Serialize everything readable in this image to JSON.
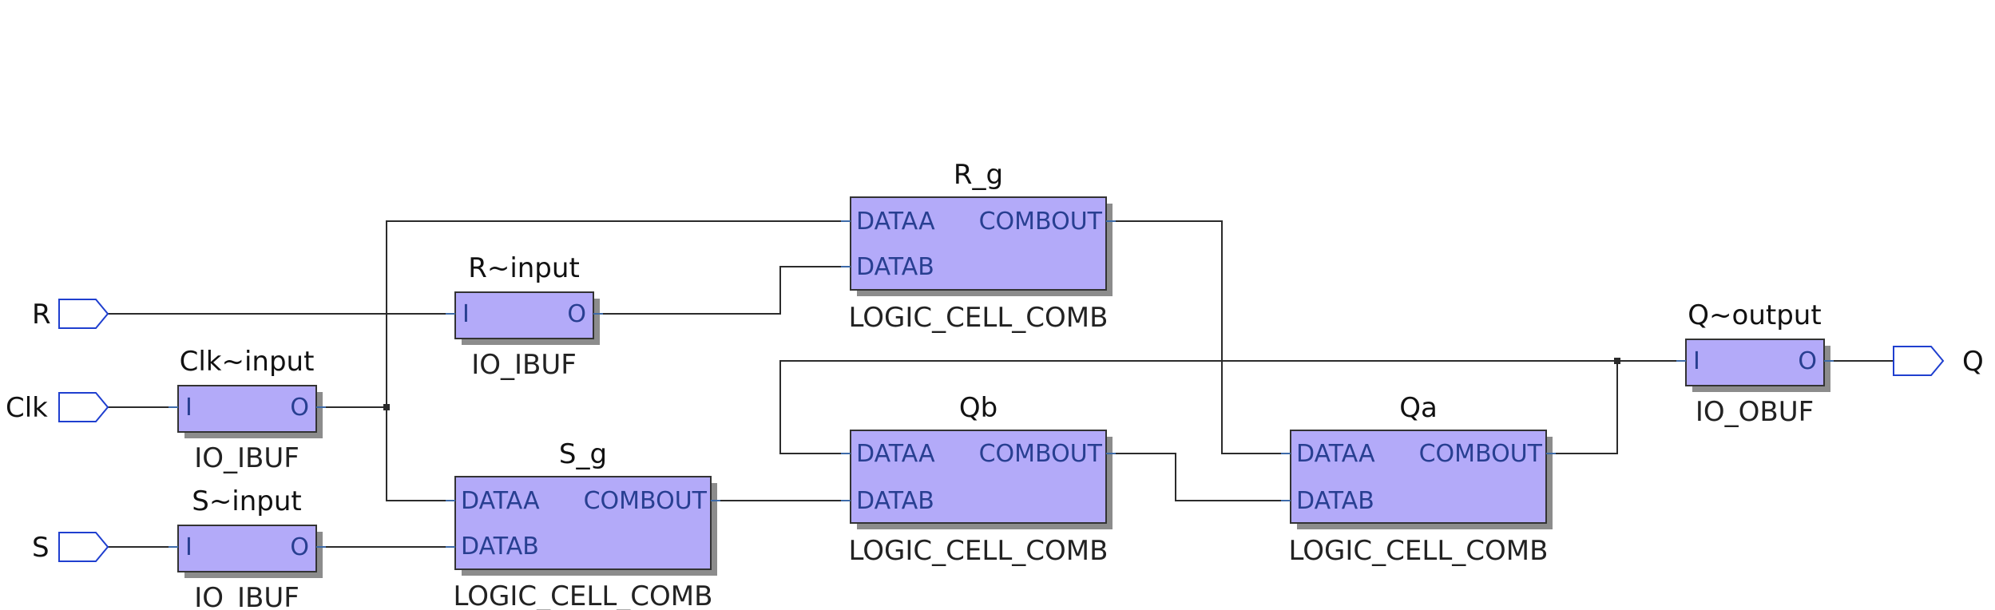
{
  "ports": {
    "R": "R",
    "Clk": "Clk",
    "S": "S",
    "Q": "Q"
  },
  "cells": {
    "r_input": {
      "name": "R~input",
      "type": "IO_IBUF",
      "in": [
        "I"
      ],
      "out": "O"
    },
    "clk_input": {
      "name": "Clk~input",
      "type": "IO_IBUF",
      "in": [
        "I"
      ],
      "out": "O"
    },
    "s_input": {
      "name": "S~input",
      "type": "IO_IBUF",
      "in": [
        "I"
      ],
      "out": "O"
    },
    "q_output": {
      "name": "Q~output",
      "type": "IO_OBUF",
      "in": [
        "I"
      ],
      "out": "O"
    },
    "r_g": {
      "name": "R_g",
      "type": "LOGIC_CELL_COMB",
      "in": [
        "DATAA",
        "DATAB"
      ],
      "out": "COMBOUT"
    },
    "s_g": {
      "name": "S_g",
      "type": "LOGIC_CELL_COMB",
      "in": [
        "DATAA",
        "DATAB"
      ],
      "out": "COMBOUT"
    },
    "qb": {
      "name": "Qb",
      "type": "LOGIC_CELL_COMB",
      "in": [
        "DATAA",
        "DATAB"
      ],
      "out": "COMBOUT"
    },
    "qa": {
      "name": "Qa",
      "type": "LOGIC_CELL_COMB",
      "in": [
        "DATAA",
        "DATAB"
      ],
      "out": "COMBOUT"
    }
  },
  "colors": {
    "cell_fill": "#b3aaf9",
    "pin_text": "#283f91",
    "port_outline": "#1f3fcf",
    "wire": "#2b2b2b"
  }
}
